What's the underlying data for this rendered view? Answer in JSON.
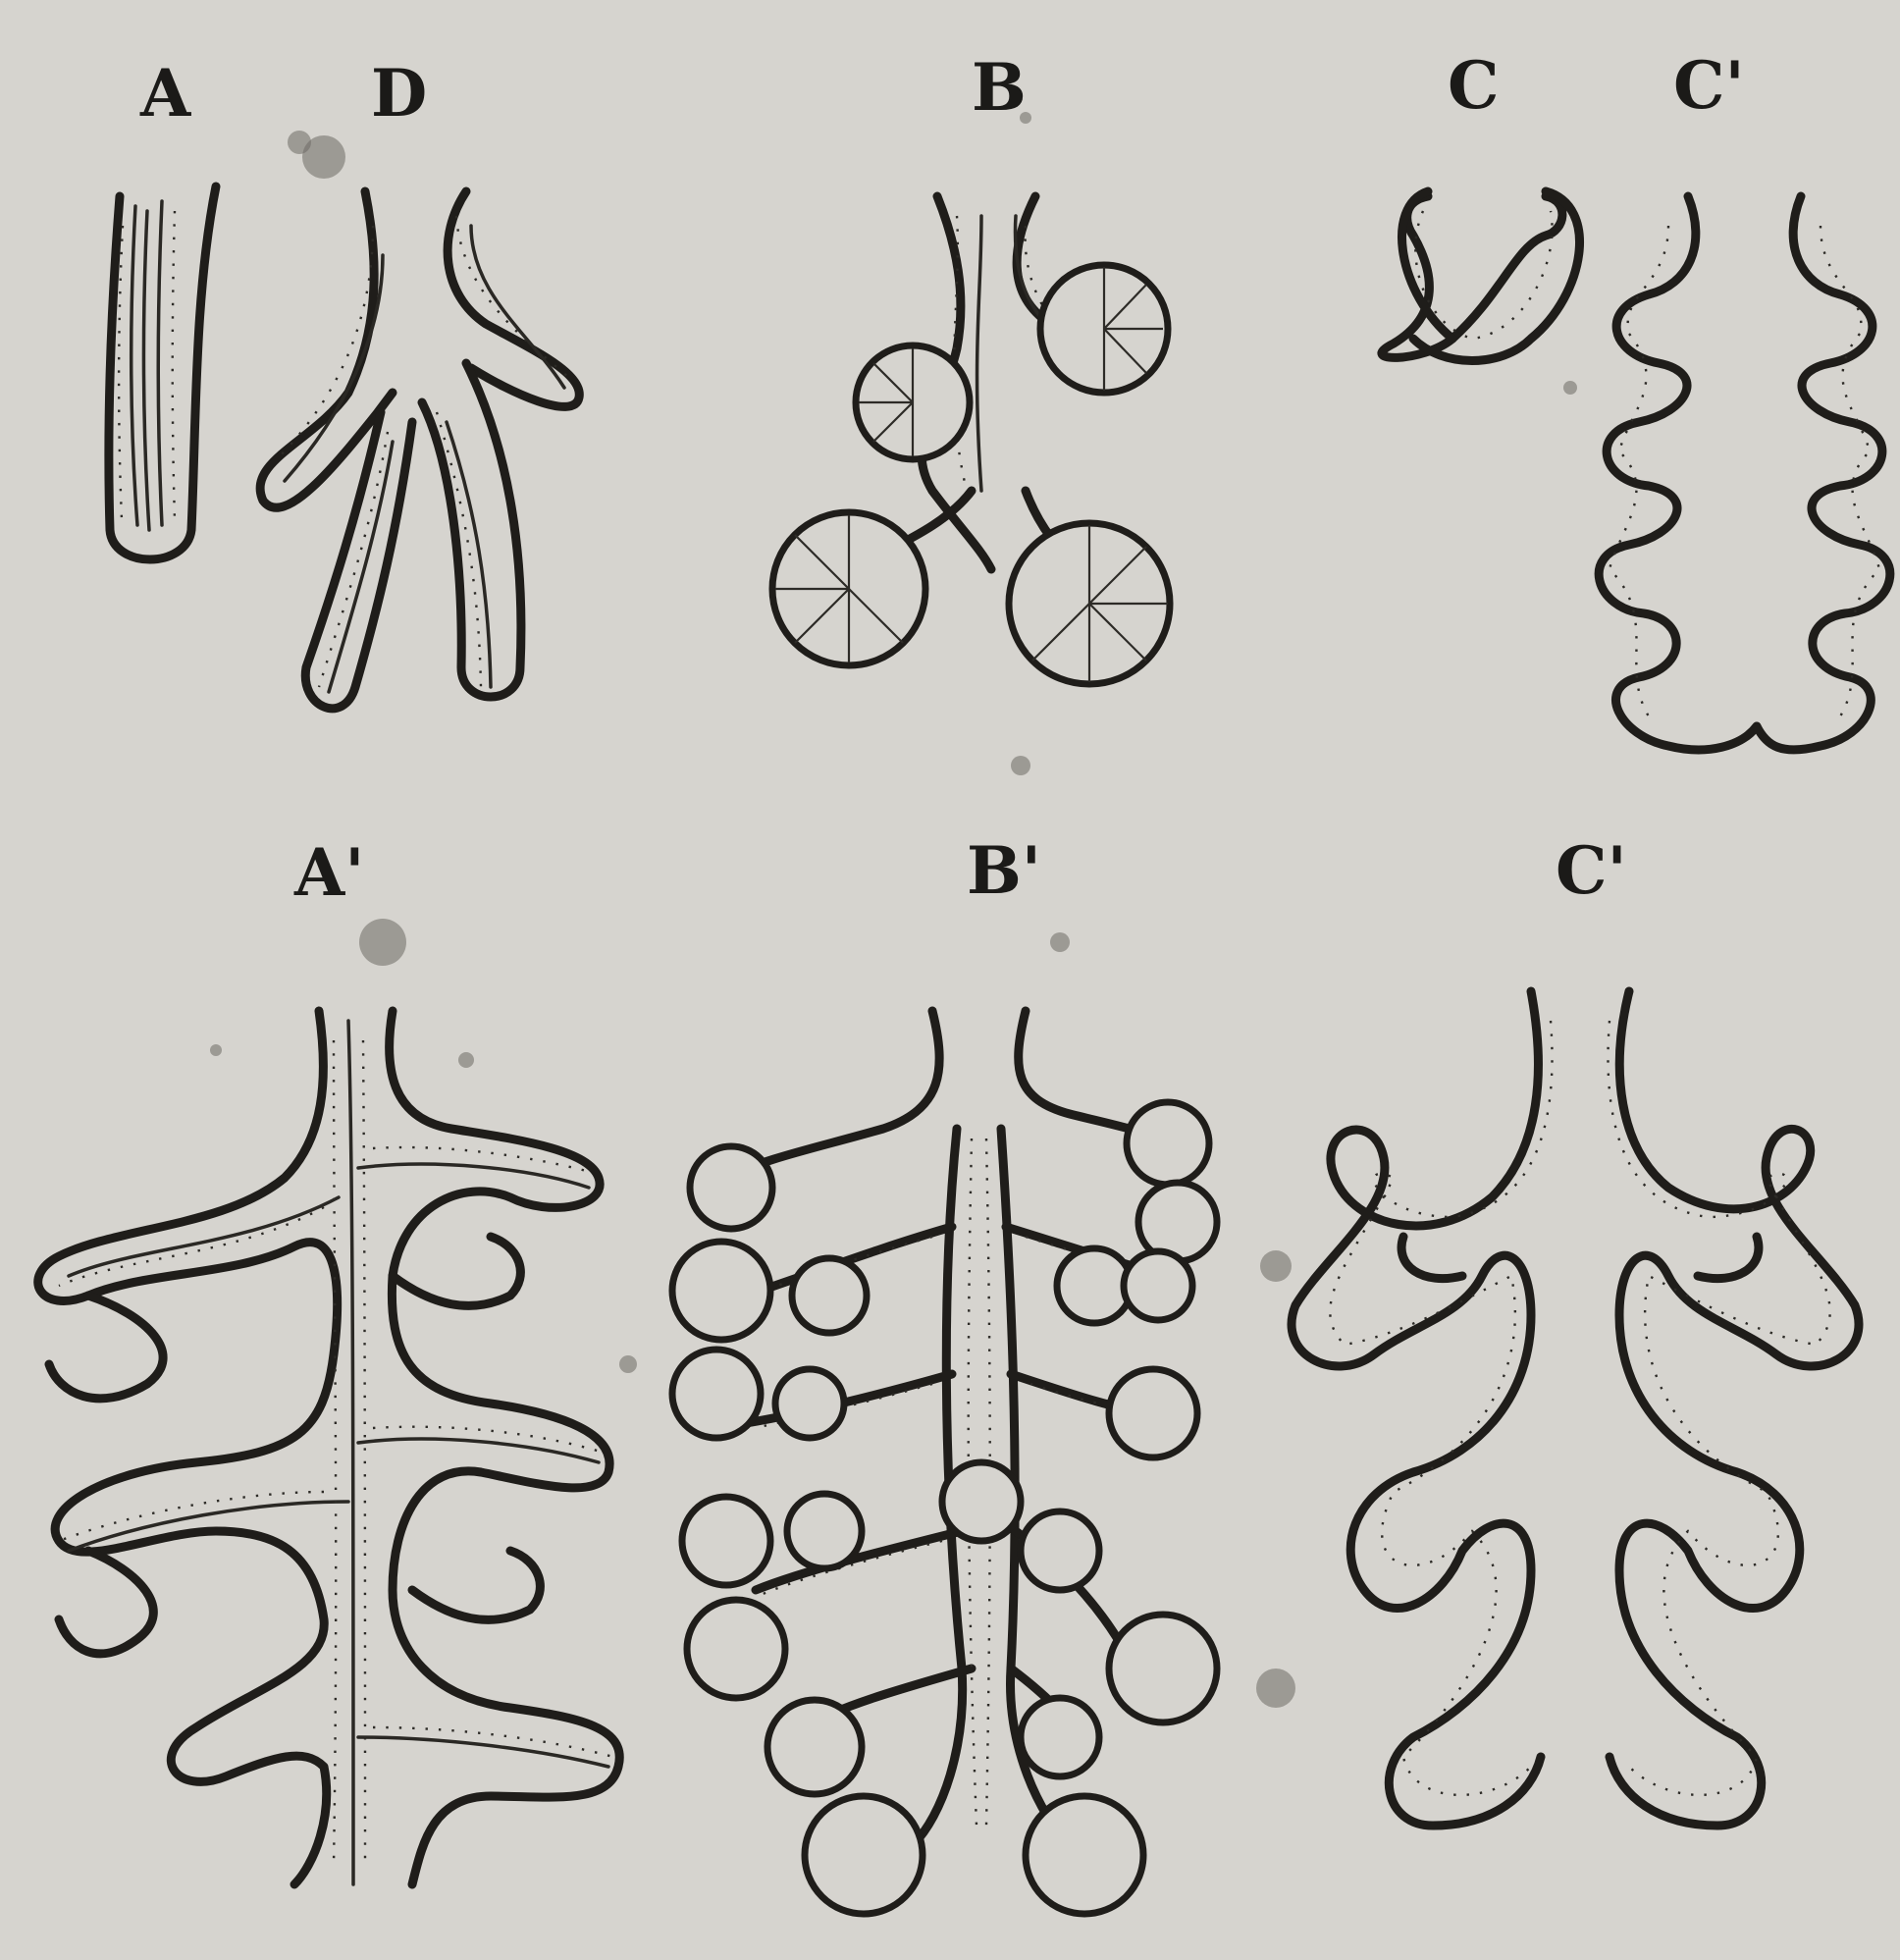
{
  "labels": {
    "A": "A",
    "D": "D",
    "B": "B",
    "C": "C",
    "C_prime_top": "C'",
    "A_prime": "A'",
    "B_prime": "B'",
    "C_prime_bottom": "C'"
  },
  "colors": {
    "paper": "#d6d4cf",
    "ink": "#1f1d1a"
  }
}
